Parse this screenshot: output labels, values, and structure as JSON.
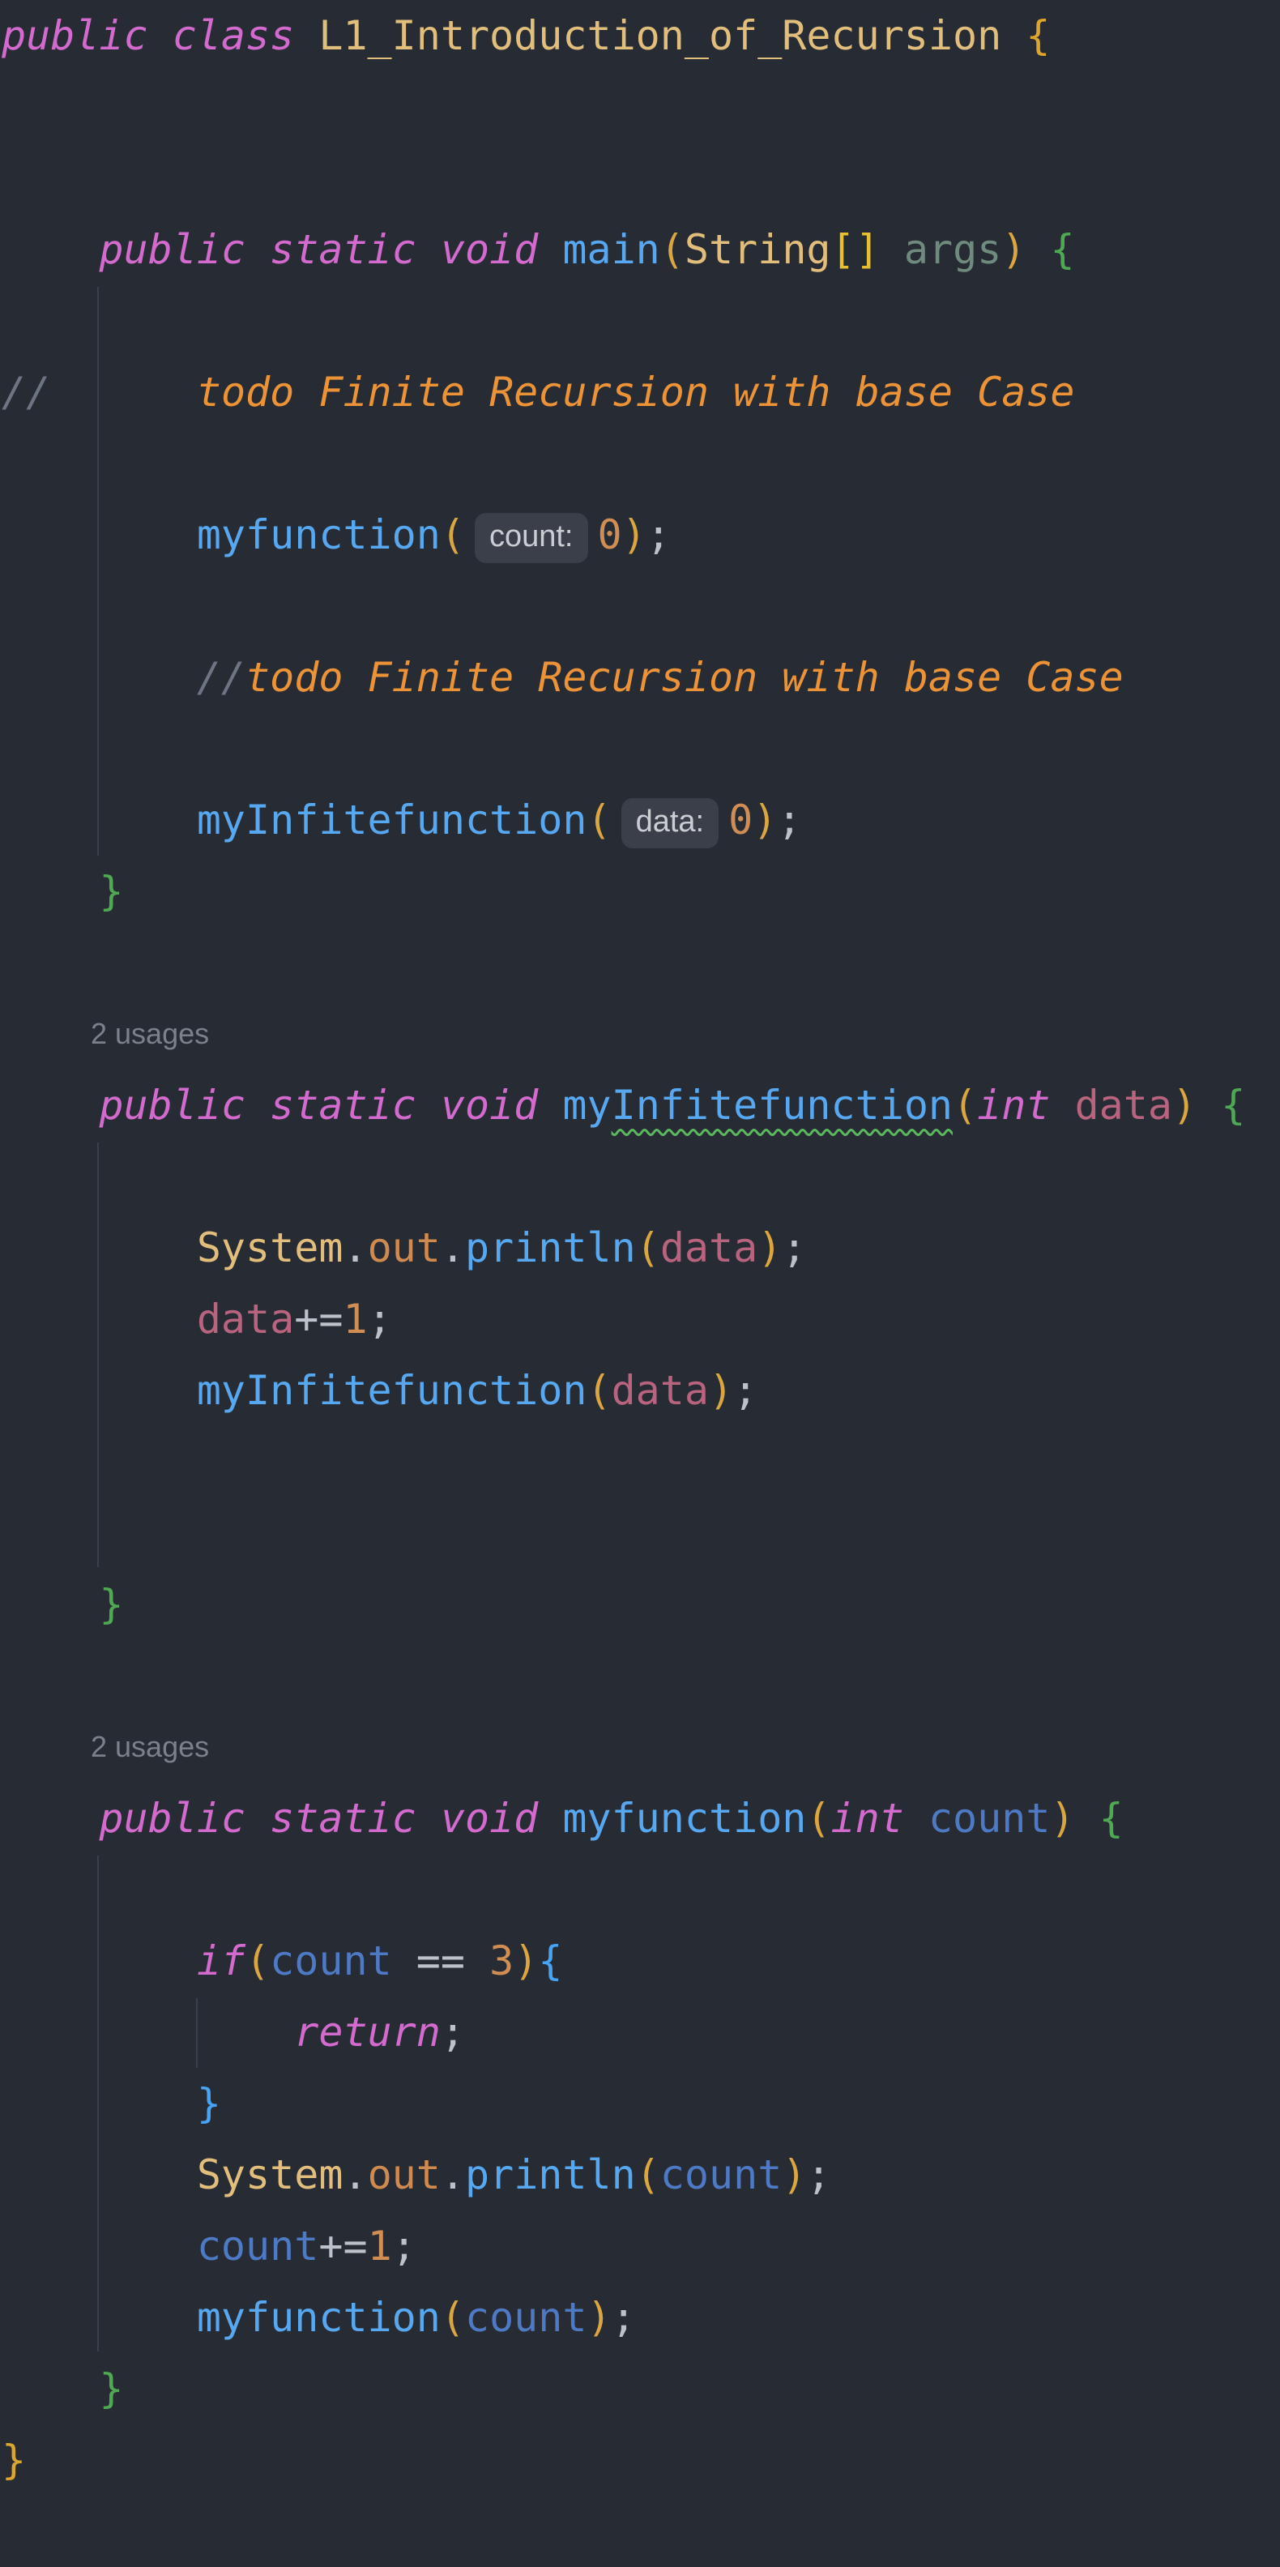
{
  "app": "code-editor",
  "language": "java",
  "palette": {
    "bg": "#272B34",
    "kw": "#D36BCE",
    "cls": "#E2BE7D",
    "fn": "#57A8F0",
    "paren": "#DBA540",
    "brace1": "#DCA62E",
    "brace2": "#50A754",
    "brace3": "#47A3F3",
    "bracket": "#E5C032",
    "num": "#D08E55",
    "punct": "#BDC1C9",
    "cmt": "#6D7584",
    "todo": "#EC9337",
    "vdata": "#B9647F",
    "vcount": "#4E79C4",
    "unused": "#6F8B7D",
    "field": "#CF8A50",
    "usages": "#7B808A",
    "hinttext": "#CBCDD3",
    "hintbg": "#3A3F4A",
    "guide": "#3B3F49",
    "squiggle": "#5CB85F"
  },
  "editor": {
    "lines": [
      {
        "type": "code",
        "tokens": [
          {
            "t": "public class ",
            "c": "kw"
          },
          {
            "t": "L1_Introduction_of_Recursion",
            "c": "cls"
          },
          {
            "t": " ",
            "c": "ws"
          },
          {
            "t": "{",
            "c": "brace1"
          }
        ]
      },
      {
        "type": "code",
        "tokens": []
      },
      {
        "type": "code",
        "tokens": []
      },
      {
        "type": "code",
        "tokens": [
          {
            "t": "    ",
            "c": "ws"
          },
          {
            "t": "public static void ",
            "c": "kw"
          },
          {
            "t": "main",
            "c": "fn"
          },
          {
            "t": "(",
            "c": "paren"
          },
          {
            "t": "String",
            "c": "cls"
          },
          {
            "t": "[]",
            "c": "bracket"
          },
          {
            "t": " ",
            "c": "ws"
          },
          {
            "t": "args",
            "c": "unused"
          },
          {
            "t": ")",
            "c": "paren"
          },
          {
            "t": " ",
            "c": "ws"
          },
          {
            "t": "{",
            "c": "brace2"
          }
        ]
      },
      {
        "type": "code",
        "tokens": []
      },
      {
        "type": "code",
        "tokens": [
          {
            "t": "//",
            "c": "cmt"
          },
          {
            "t": "      ",
            "c": "ws"
          },
          {
            "t": "todo Finite Recursion with base Case",
            "c": "todo"
          }
        ]
      },
      {
        "type": "code",
        "tokens": []
      },
      {
        "type": "code",
        "tokens": [
          {
            "t": "        ",
            "c": "ws"
          },
          {
            "t": "myfunction",
            "c": "fn"
          },
          {
            "t": "(",
            "c": "paren"
          },
          {
            "t": "count:",
            "c": "hint"
          },
          {
            "t": "0",
            "c": "num"
          },
          {
            "t": ")",
            "c": "paren"
          },
          {
            "t": ";",
            "c": "punct"
          }
        ]
      },
      {
        "type": "code",
        "tokens": []
      },
      {
        "type": "code",
        "tokens": [
          {
            "t": "        ",
            "c": "ws"
          },
          {
            "t": "//",
            "c": "cmt"
          },
          {
            "t": "todo Finite Recursion with base Case",
            "c": "todo"
          }
        ]
      },
      {
        "type": "code",
        "tokens": []
      },
      {
        "type": "code",
        "tokens": [
          {
            "t": "        ",
            "c": "ws"
          },
          {
            "t": "myInfitefunction",
            "c": "fn"
          },
          {
            "t": "(",
            "c": "paren"
          },
          {
            "t": "data:",
            "c": "hint"
          },
          {
            "t": "0",
            "c": "num"
          },
          {
            "t": ")",
            "c": "paren"
          },
          {
            "t": ";",
            "c": "punct"
          }
        ]
      },
      {
        "type": "code",
        "tokens": [
          {
            "t": "    ",
            "c": "ws"
          },
          {
            "t": "}",
            "c": "brace2"
          }
        ]
      },
      {
        "type": "code",
        "tokens": []
      },
      {
        "type": "usages",
        "tokens": [
          {
            "t": "2 usages",
            "c": "usages"
          }
        ]
      },
      {
        "type": "code",
        "tokens": [
          {
            "t": "    ",
            "c": "ws"
          },
          {
            "t": "public static void ",
            "c": "kw"
          },
          {
            "t": "my",
            "c": "fn"
          },
          {
            "t": "Infitefunction",
            "c": "fn",
            "squiggle": true
          },
          {
            "t": "(",
            "c": "paren"
          },
          {
            "t": "int",
            "c": "kw"
          },
          {
            "t": " ",
            "c": "ws"
          },
          {
            "t": "data",
            "c": "vdata"
          },
          {
            "t": ")",
            "c": "paren"
          },
          {
            "t": " ",
            "c": "ws"
          },
          {
            "t": "{",
            "c": "brace2"
          }
        ]
      },
      {
        "type": "code",
        "tokens": []
      },
      {
        "type": "code",
        "tokens": [
          {
            "t": "        ",
            "c": "ws"
          },
          {
            "t": "System",
            "c": "cls"
          },
          {
            "t": ".",
            "c": "punct"
          },
          {
            "t": "out",
            "c": "field"
          },
          {
            "t": ".",
            "c": "punct"
          },
          {
            "t": "println",
            "c": "fn"
          },
          {
            "t": "(",
            "c": "paren"
          },
          {
            "t": "data",
            "c": "vdata"
          },
          {
            "t": ")",
            "c": "paren"
          },
          {
            "t": ";",
            "c": "punct"
          }
        ]
      },
      {
        "type": "code",
        "tokens": [
          {
            "t": "        ",
            "c": "ws"
          },
          {
            "t": "data",
            "c": "vdata"
          },
          {
            "t": "+=",
            "c": "punct"
          },
          {
            "t": "1",
            "c": "num"
          },
          {
            "t": ";",
            "c": "punct"
          }
        ]
      },
      {
        "type": "code",
        "tokens": [
          {
            "t": "        ",
            "c": "ws"
          },
          {
            "t": "myInfitefunction",
            "c": "fn"
          },
          {
            "t": "(",
            "c": "paren"
          },
          {
            "t": "data",
            "c": "vdata"
          },
          {
            "t": ")",
            "c": "paren"
          },
          {
            "t": ";",
            "c": "punct"
          }
        ]
      },
      {
        "type": "code",
        "tokens": []
      },
      {
        "type": "code",
        "tokens": []
      },
      {
        "type": "code",
        "tokens": [
          {
            "t": "    ",
            "c": "ws"
          },
          {
            "t": "}",
            "c": "brace2"
          }
        ]
      },
      {
        "type": "code",
        "tokens": []
      },
      {
        "type": "usages",
        "tokens": [
          {
            "t": "2 usages",
            "c": "usages"
          }
        ]
      },
      {
        "type": "code",
        "tokens": [
          {
            "t": "    ",
            "c": "ws"
          },
          {
            "t": "public static void ",
            "c": "kw"
          },
          {
            "t": "myfunction",
            "c": "fn"
          },
          {
            "t": "(",
            "c": "paren"
          },
          {
            "t": "int",
            "c": "kw"
          },
          {
            "t": " ",
            "c": "ws"
          },
          {
            "t": "count",
            "c": "vcount"
          },
          {
            "t": ")",
            "c": "paren"
          },
          {
            "t": " ",
            "c": "ws"
          },
          {
            "t": "{",
            "c": "brace2"
          }
        ]
      },
      {
        "type": "code",
        "tokens": []
      },
      {
        "type": "code",
        "tokens": [
          {
            "t": "        ",
            "c": "ws"
          },
          {
            "t": "if",
            "c": "kw"
          },
          {
            "t": "(",
            "c": "paren"
          },
          {
            "t": "count",
            "c": "vcount"
          },
          {
            "t": " ",
            "c": "ws"
          },
          {
            "t": "==",
            "c": "punct"
          },
          {
            "t": " ",
            "c": "ws"
          },
          {
            "t": "3",
            "c": "num"
          },
          {
            "t": ")",
            "c": "paren"
          },
          {
            "t": "{",
            "c": "brace3"
          }
        ]
      },
      {
        "type": "code",
        "tokens": [
          {
            "t": "            ",
            "c": "ws"
          },
          {
            "t": "return",
            "c": "kw"
          },
          {
            "t": ";",
            "c": "punct"
          }
        ]
      },
      {
        "type": "code",
        "tokens": [
          {
            "t": "        ",
            "c": "ws"
          },
          {
            "t": "}",
            "c": "brace3"
          }
        ]
      },
      {
        "type": "code",
        "tokens": [
          {
            "t": "        ",
            "c": "ws"
          },
          {
            "t": "System",
            "c": "cls"
          },
          {
            "t": ".",
            "c": "punct"
          },
          {
            "t": "out",
            "c": "field"
          },
          {
            "t": ".",
            "c": "punct"
          },
          {
            "t": "println",
            "c": "fn"
          },
          {
            "t": "(",
            "c": "paren"
          },
          {
            "t": "count",
            "c": "vcount"
          },
          {
            "t": ")",
            "c": "paren"
          },
          {
            "t": ";",
            "c": "punct"
          }
        ]
      },
      {
        "type": "code",
        "tokens": [
          {
            "t": "        ",
            "c": "ws"
          },
          {
            "t": "count",
            "c": "vcount"
          },
          {
            "t": "+=",
            "c": "punct"
          },
          {
            "t": "1",
            "c": "num"
          },
          {
            "t": ";",
            "c": "punct"
          }
        ]
      },
      {
        "type": "code",
        "tokens": [
          {
            "t": "        ",
            "c": "ws"
          },
          {
            "t": "myfunction",
            "c": "fn"
          },
          {
            "t": "(",
            "c": "paren"
          },
          {
            "t": "count",
            "c": "vcount"
          },
          {
            "t": ")",
            "c": "paren"
          },
          {
            "t": ";",
            "c": "punct"
          }
        ]
      },
      {
        "type": "code",
        "tokens": [
          {
            "t": "    ",
            "c": "ws"
          },
          {
            "t": "}",
            "c": "brace2"
          }
        ]
      },
      {
        "type": "code",
        "tokens": [
          {
            "t": "}",
            "c": "brace1"
          }
        ]
      },
      {
        "type": "code",
        "tokens": []
      }
    ]
  }
}
